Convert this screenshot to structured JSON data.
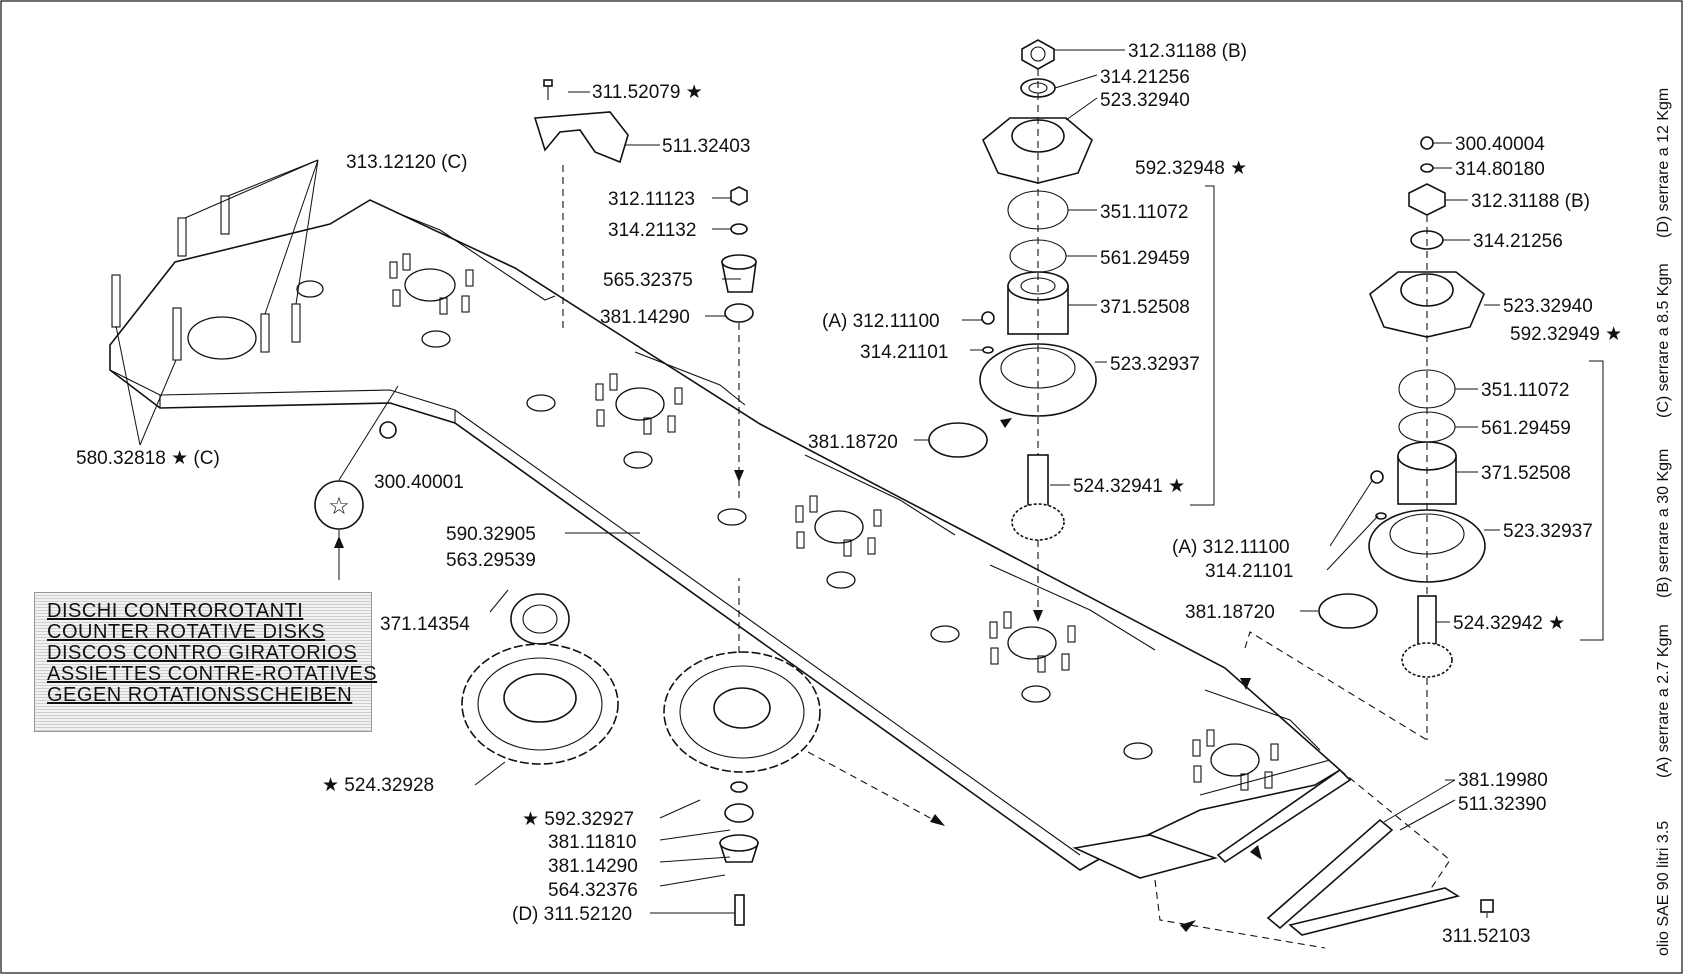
{
  "legend_lines": [
    "DISCHI CONTROROTANTI",
    "COUNTER ROTATIVE DISKS",
    "DISCOS CONTRO GIRATORIOS",
    "ASSIETTES CONTRE-ROTATIVES",
    "GEGEN ROTATIONSSCHEIBEN"
  ],
  "torque_notes": {
    "oil": "olio SAE 90 litri 3.5",
    "a": "(A) serrare a 2.7 Kgm",
    "b": "(B) serrare a 30 Kgm",
    "c": "(C) serrare a 8.5 Kgm",
    "d": "(D) serrare a 12 Kgm"
  },
  "parts": {
    "p313_12120": "313.12120 (C)",
    "p580_32818": "580.32818 ★ (C)",
    "p300_40001": "300.40001",
    "p311_52079": "311.52079 ★",
    "p511_32403": "511.32403",
    "p312_11123": "312.11123",
    "p314_21132": "314.21132",
    "p565_32375": "565.32375",
    "p381_14290_a": "381.14290",
    "p590_32905": "590.32905",
    "p563_29539": "563.29539",
    "p371_14354": "371.14354",
    "p524_32928": "★ 524.32928",
    "p592_32927": "★ 592.32927",
    "p381_11810": "381.11810",
    "p381_14290_b": "381.14290",
    "p564_32376": "564.32376",
    "p311_52120": "(D) 311.52120",
    "p312_31188_a": "312.31188 (B)",
    "p314_21256_a": "314.21256",
    "p523_32940_a": "523.32940",
    "p592_32948": "592.32948 ★",
    "p351_11072_a": "351.11072",
    "p561_29459_a": "561.29459",
    "p371_52508_a": "371.52508",
    "p312_11100_a": "(A) 312.11100",
    "p314_21101_a": "314.21101",
    "p523_32937_a": "523.32937",
    "p381_18720_a": "381.18720",
    "p524_32941": "524.32941 ★",
    "p300_40004": "300.40004",
    "p314_80180": "314.80180",
    "p312_31188_b": "312.31188 (B)",
    "p314_21256_b": "314.21256",
    "p523_32940_b": "523.32940",
    "p592_32949": "592.32949 ★",
    "p351_11072_b": "351.11072",
    "p561_29459_b": "561.29459",
    "p371_52508_b": "371.52508",
    "p312_11100_b": "(A) 312.11100",
    "p314_21101_b": "314.21101",
    "p523_32937_b": "523.32937",
    "p381_18720_b": "381.18720",
    "p524_32942": "524.32942 ★",
    "p381_19980": "381.19980",
    "p511_32390": "511.32390",
    "p311_52103": "311.52103"
  }
}
